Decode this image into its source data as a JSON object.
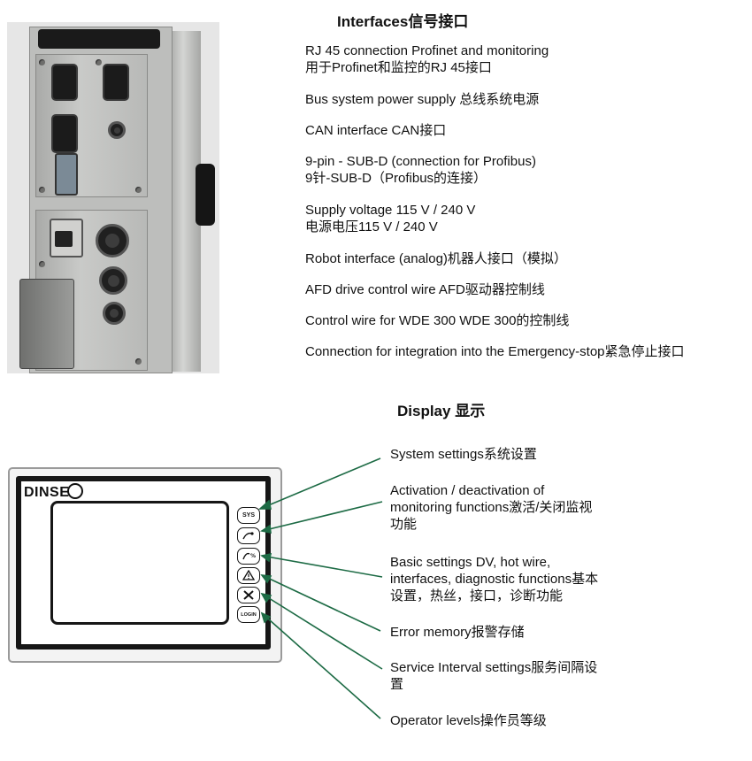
{
  "interfaces": {
    "heading": "Interfaces信号接口",
    "items": [
      "RJ 45 connection Profinet and monitoring\n用于Profinet和监控的RJ 45接口",
      "Bus system power supply 总线系统电源",
      "CAN interface  CAN接口",
      "9-pin - SUB-D (connection for Profibus)\n9针-SUB-D（Profibus的连接）",
      "Supply voltage 115 V / 240 V\n电源电压115 V / 240 V",
      "Robot interface (analog)机器人接口（模拟）",
      "AFD drive control wire  AFD驱动器控制线",
      "Control wire for WDE 300  WDE 300的控制线",
      "Connection for integration into the Emergency-stop紧急停止接口"
    ]
  },
  "display": {
    "heading": "Display 显示",
    "logo": "DINSE",
    "buttons": {
      "sys": "SYS",
      "login": "LOGIN"
    },
    "icons": [
      "activation-icon",
      "basic-settings-icon",
      "warning-icon",
      "tools-icon"
    ],
    "callouts": [
      "System settings系统设置",
      "Activation / deactivation of\nmonitoring functions激活/关闭监视\n功能",
      "Basic settings DV, hot wire,\ninterfaces, diagnostic functions基本\n设置，热丝，接口，诊断功能",
      "Error memory报警存储",
      "Service Interval settings服务间隔设\n置",
      "Operator levels操作员等级"
    ]
  },
  "colors": {
    "callout_line": "#1d6b45"
  }
}
